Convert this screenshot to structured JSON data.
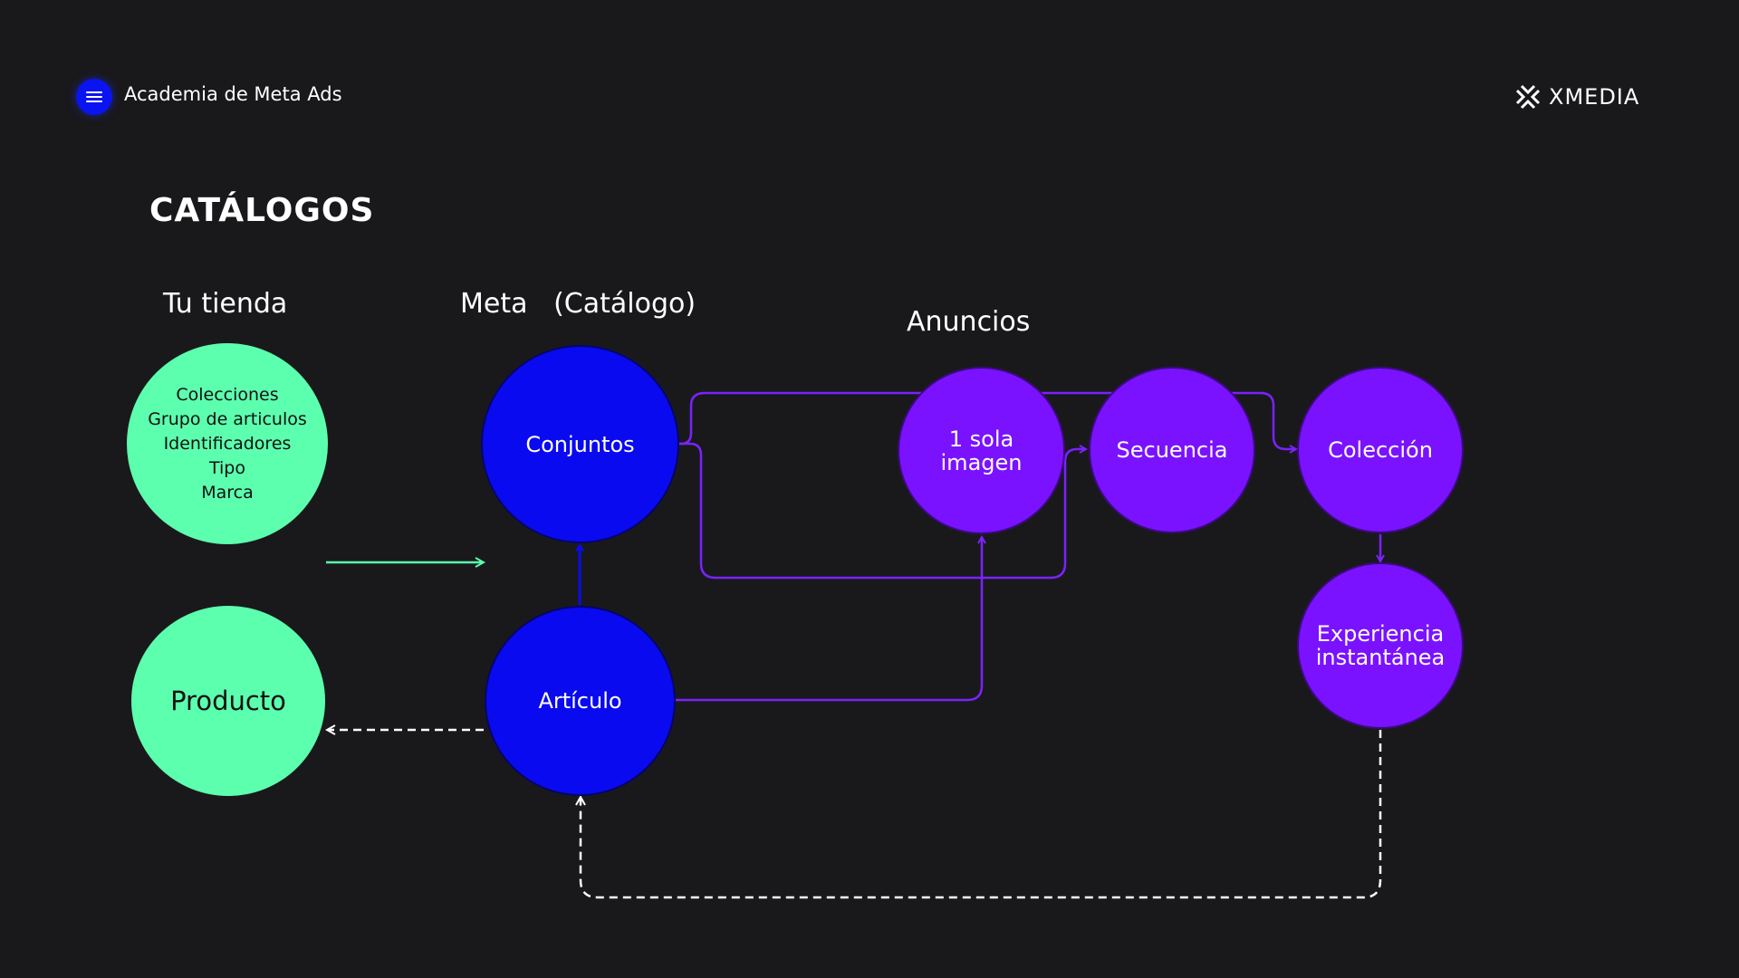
{
  "header": {
    "title": "Academia de Meta Ads",
    "menu_icon": "hamburger-menu-icon",
    "logo_text": "XMEDIA",
    "logo_icon": "xmedia-logo-icon"
  },
  "slide": {
    "title": "CATÁLOGOS"
  },
  "columns": {
    "store": "Tu tienda",
    "meta": "Meta   (Catálogo)",
    "ads": "Anuncios"
  },
  "nodes": {
    "store_attributes": [
      "Colecciones",
      "Grupo de articulos",
      "Identificadores",
      "Tipo",
      "Marca"
    ],
    "producto": "Producto",
    "conjuntos": "Conjuntos",
    "articulo": "Artículo",
    "una_sola_imagen": [
      "1 sola",
      "imagen"
    ],
    "secuencia": "Secuencia",
    "coleccion": "Colección",
    "experiencia_instantanea": [
      "Experiencia",
      "instantánea"
    ]
  },
  "colors": {
    "background": "#19191b",
    "store": "#5cffae",
    "catalog": "#0a0af0",
    "ads": "#7a12ff",
    "link": "#7a22ff",
    "sync_arrow": "#5cffae",
    "dashed_arrow": "#ffffff"
  }
}
